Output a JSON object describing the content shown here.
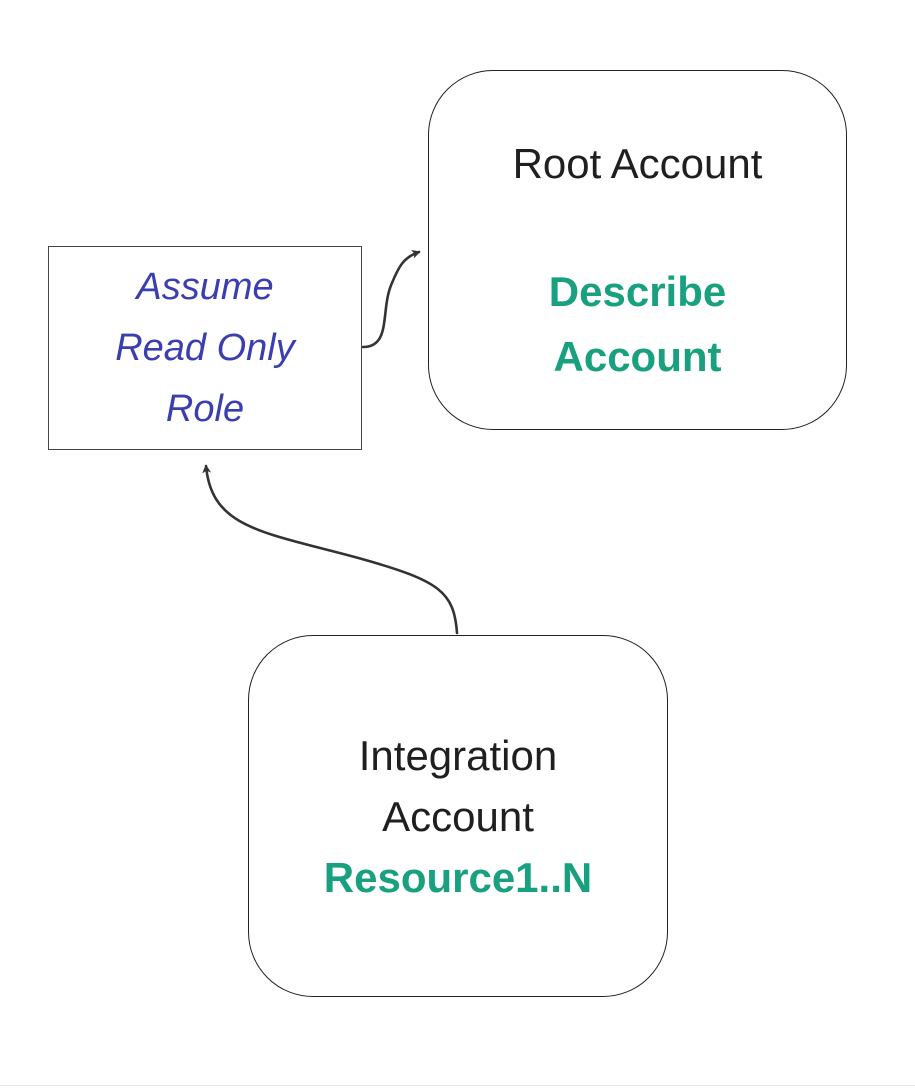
{
  "diagram": {
    "colors": {
      "accent_teal": "#18a07f",
      "accent_blue": "#3b3eae",
      "edge_line": "#333333",
      "node_border": "#222222",
      "text_dark": "#1f1f1f",
      "background": "#ffffff"
    },
    "nodes": {
      "root_account": {
        "title": "Root Account",
        "action_line1": "Describe",
        "action_line2": "Account"
      },
      "assume_role": {
        "line1": "Assume",
        "line2": "Read Only",
        "line3": "Role"
      },
      "integration_account": {
        "title_line1": "Integration",
        "title_line2": "Account",
        "resources": "Resource1..N"
      }
    },
    "edges": [
      {
        "from": "assume_role",
        "to": "root_account"
      },
      {
        "from": "integration_account",
        "to": "assume_role"
      }
    ]
  }
}
